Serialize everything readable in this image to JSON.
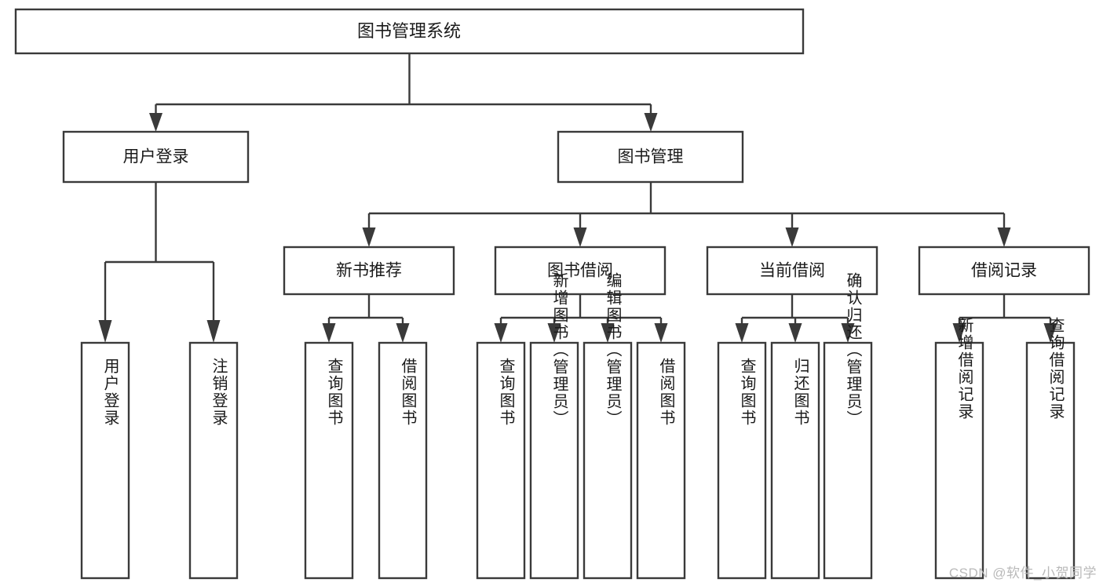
{
  "diagram": {
    "type": "tree",
    "title": "图书管理系统",
    "watermark": "CSDN @软件_小贺同学",
    "colors": {
      "stroke": "#3a3a3a",
      "fill": "#ffffff",
      "text": "#1a1a1a",
      "watermark": "#b9b9b9"
    },
    "root": {
      "label": "图书管理系统"
    },
    "level2": [
      {
        "label": "用户登录"
      },
      {
        "label": "图书管理"
      }
    ],
    "level3": [
      {
        "label": "新书推荐"
      },
      {
        "label": "图书借阅"
      },
      {
        "label": "当前借阅"
      },
      {
        "label": "借阅记录"
      }
    ],
    "leaves": {
      "user_login": [
        {
          "label": "用户登录"
        },
        {
          "label": "注销登录"
        }
      ],
      "new_book": [
        {
          "label": "查询图书"
        },
        {
          "label": "借阅图书"
        }
      ],
      "book_borrow": [
        {
          "label": "查询图书"
        },
        {
          "label": "新增图书（管理员）"
        },
        {
          "label": "编辑图书（管理员）"
        },
        {
          "label": "借阅图书"
        }
      ],
      "current_borrow": [
        {
          "label": "查询图书"
        },
        {
          "label": "归还图书"
        },
        {
          "label": "确认归还（管理员）"
        }
      ],
      "borrow_record": [
        {
          "label": "新增借阅记录"
        },
        {
          "label": "查询借阅记录"
        }
      ]
    }
  }
}
